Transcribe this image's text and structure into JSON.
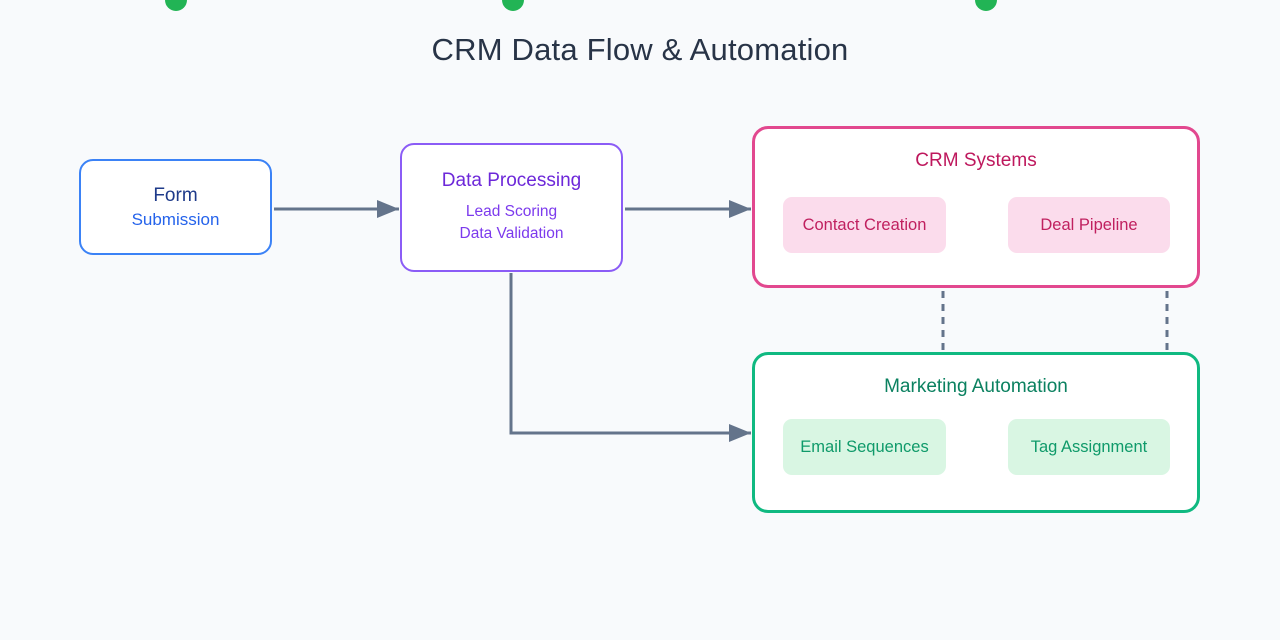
{
  "title": "CRM Data Flow & Automation",
  "nodes": {
    "form": {
      "title": "Form",
      "subtitle": "Submission"
    },
    "processing": {
      "title": "Data Processing",
      "lines": [
        "Lead Scoring",
        "Data Validation"
      ]
    },
    "crm": {
      "title": "CRM Systems",
      "items": [
        {
          "label": "Contact Creation"
        },
        {
          "label": "Deal Pipeline"
        }
      ]
    },
    "marketing": {
      "title": "Marketing Automation",
      "items": [
        {
          "label": "Email Sequences"
        },
        {
          "label": "Tag Assignment"
        }
      ]
    }
  },
  "colors": {
    "background": "#f8fafc",
    "title_text": "#283447",
    "connector": "#64748b",
    "decor_dot": "#22b455",
    "form_border": "#3b82f6",
    "form_title_text": "#1e3a8a",
    "form_subtitle_text": "#2563eb",
    "processing_border": "#8b5cf6",
    "processing_text": "#6d28d9",
    "crm_border": "#e2488f",
    "crm_text": "#be185d",
    "crm_chip_bg": "#fbdcec",
    "marketing_border": "#10b981",
    "marketing_text": "#0b8160",
    "marketing_chip_bg": "#d9f6e3"
  }
}
